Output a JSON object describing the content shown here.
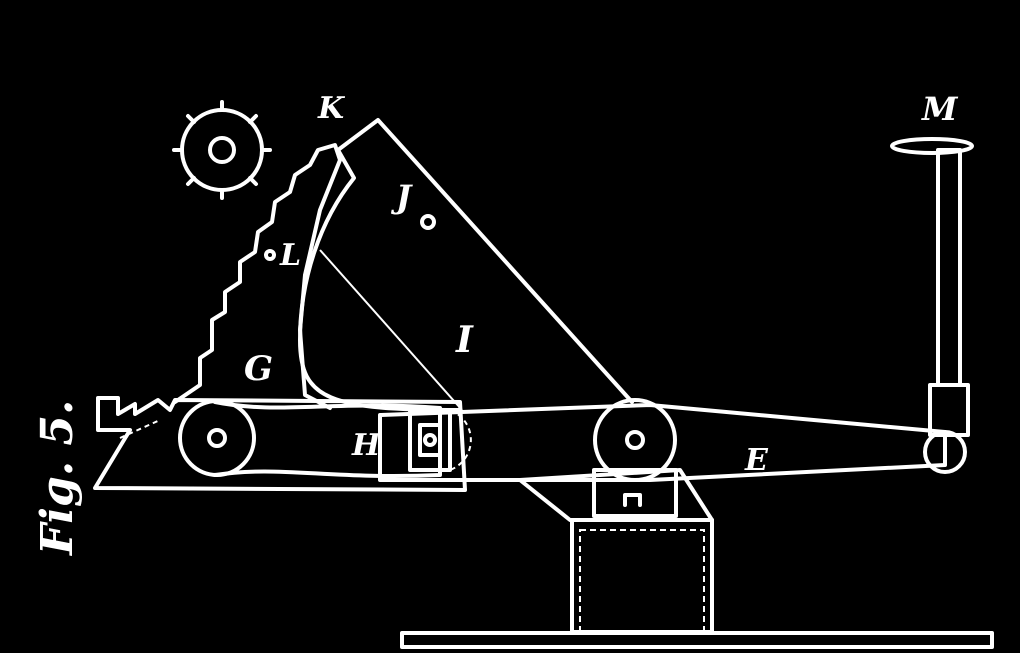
{
  "figure": {
    "caption": "Fig. 5.",
    "background": "#000000",
    "stroke_color": "#ffffff",
    "labels": {
      "E": "E",
      "G": "G",
      "H": "H",
      "I": "I",
      "J": "J",
      "K": "K",
      "L": "L",
      "M": "M"
    }
  }
}
